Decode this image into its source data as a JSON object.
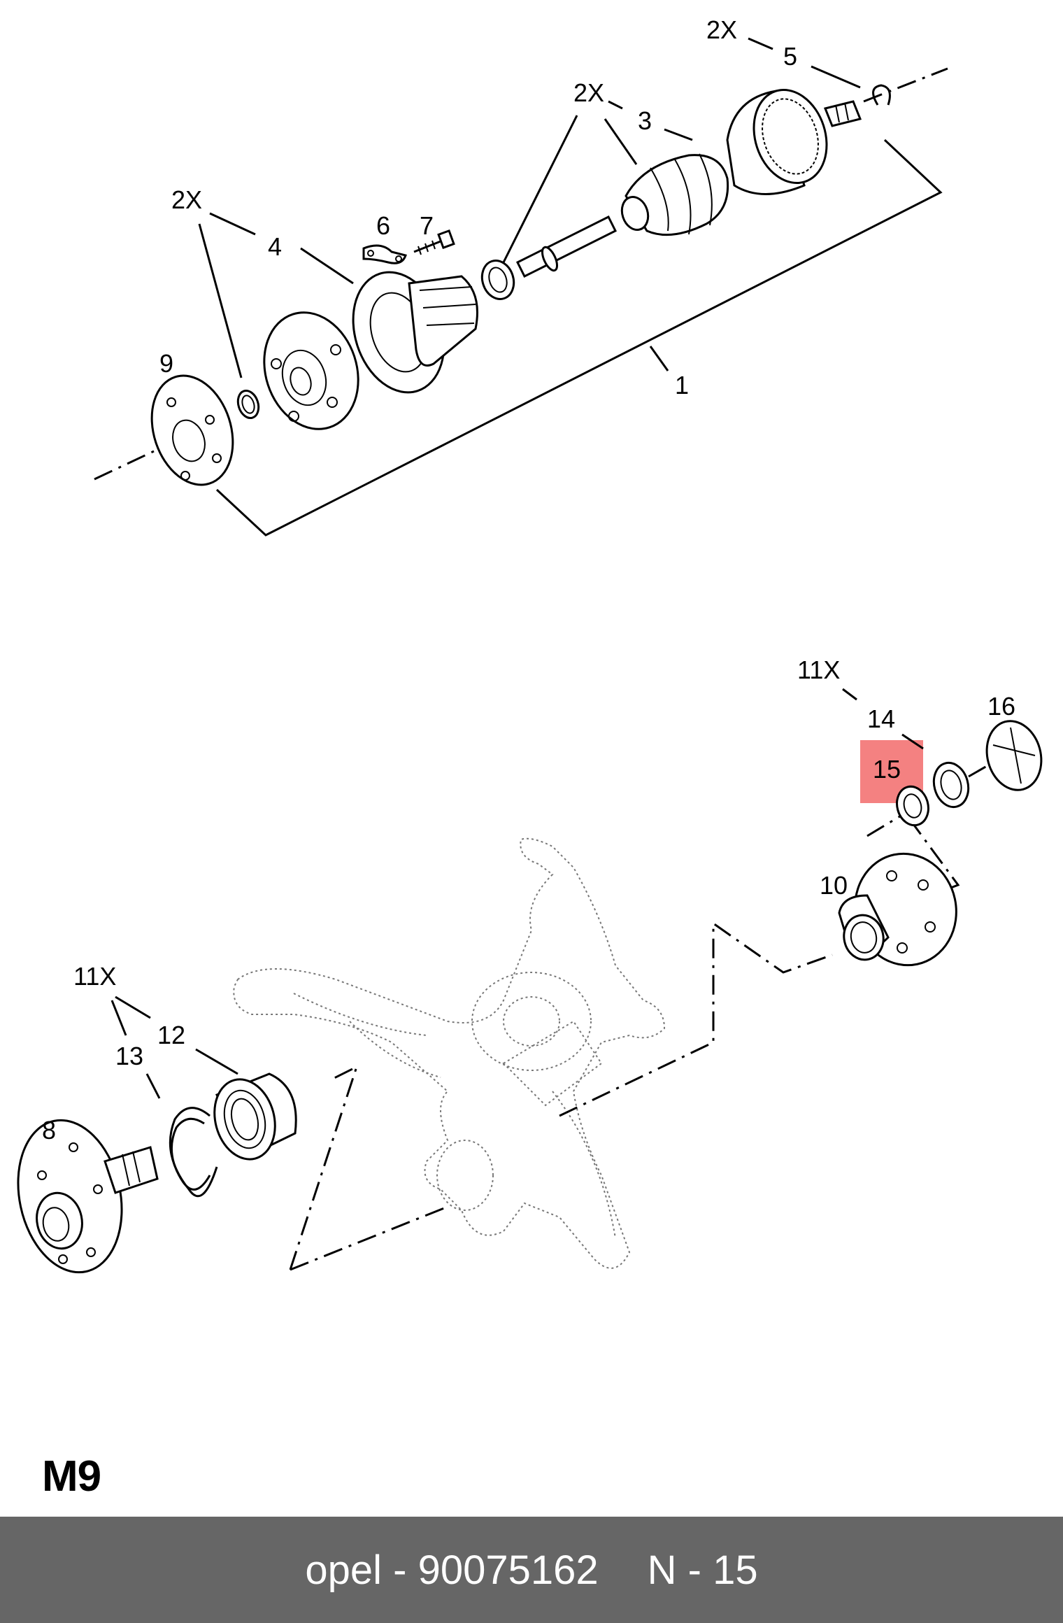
{
  "diagram": {
    "code": "M9",
    "highlight_label": "15",
    "labels": {
      "l_2x_a": "2X",
      "l_5": "5",
      "l_2x_b": "2X",
      "l_3": "3",
      "l_2x_c": "2X",
      "l_4": "4",
      "l_6": "6",
      "l_7": "7",
      "l_9": "9",
      "l_1": "1",
      "l_11x_a": "11X",
      "l_14": "14",
      "l_16": "16",
      "l_15": "15",
      "l_10": "10",
      "l_11x_b": "11X",
      "l_12": "12",
      "l_13": "13",
      "l_8": "8"
    }
  },
  "footer": {
    "brand_part": "opel - 90075162",
    "position": "N - 15"
  },
  "colors": {
    "highlight": "#f26b6b",
    "footer_bg": "#666666",
    "footer_text": "#ffffff"
  }
}
